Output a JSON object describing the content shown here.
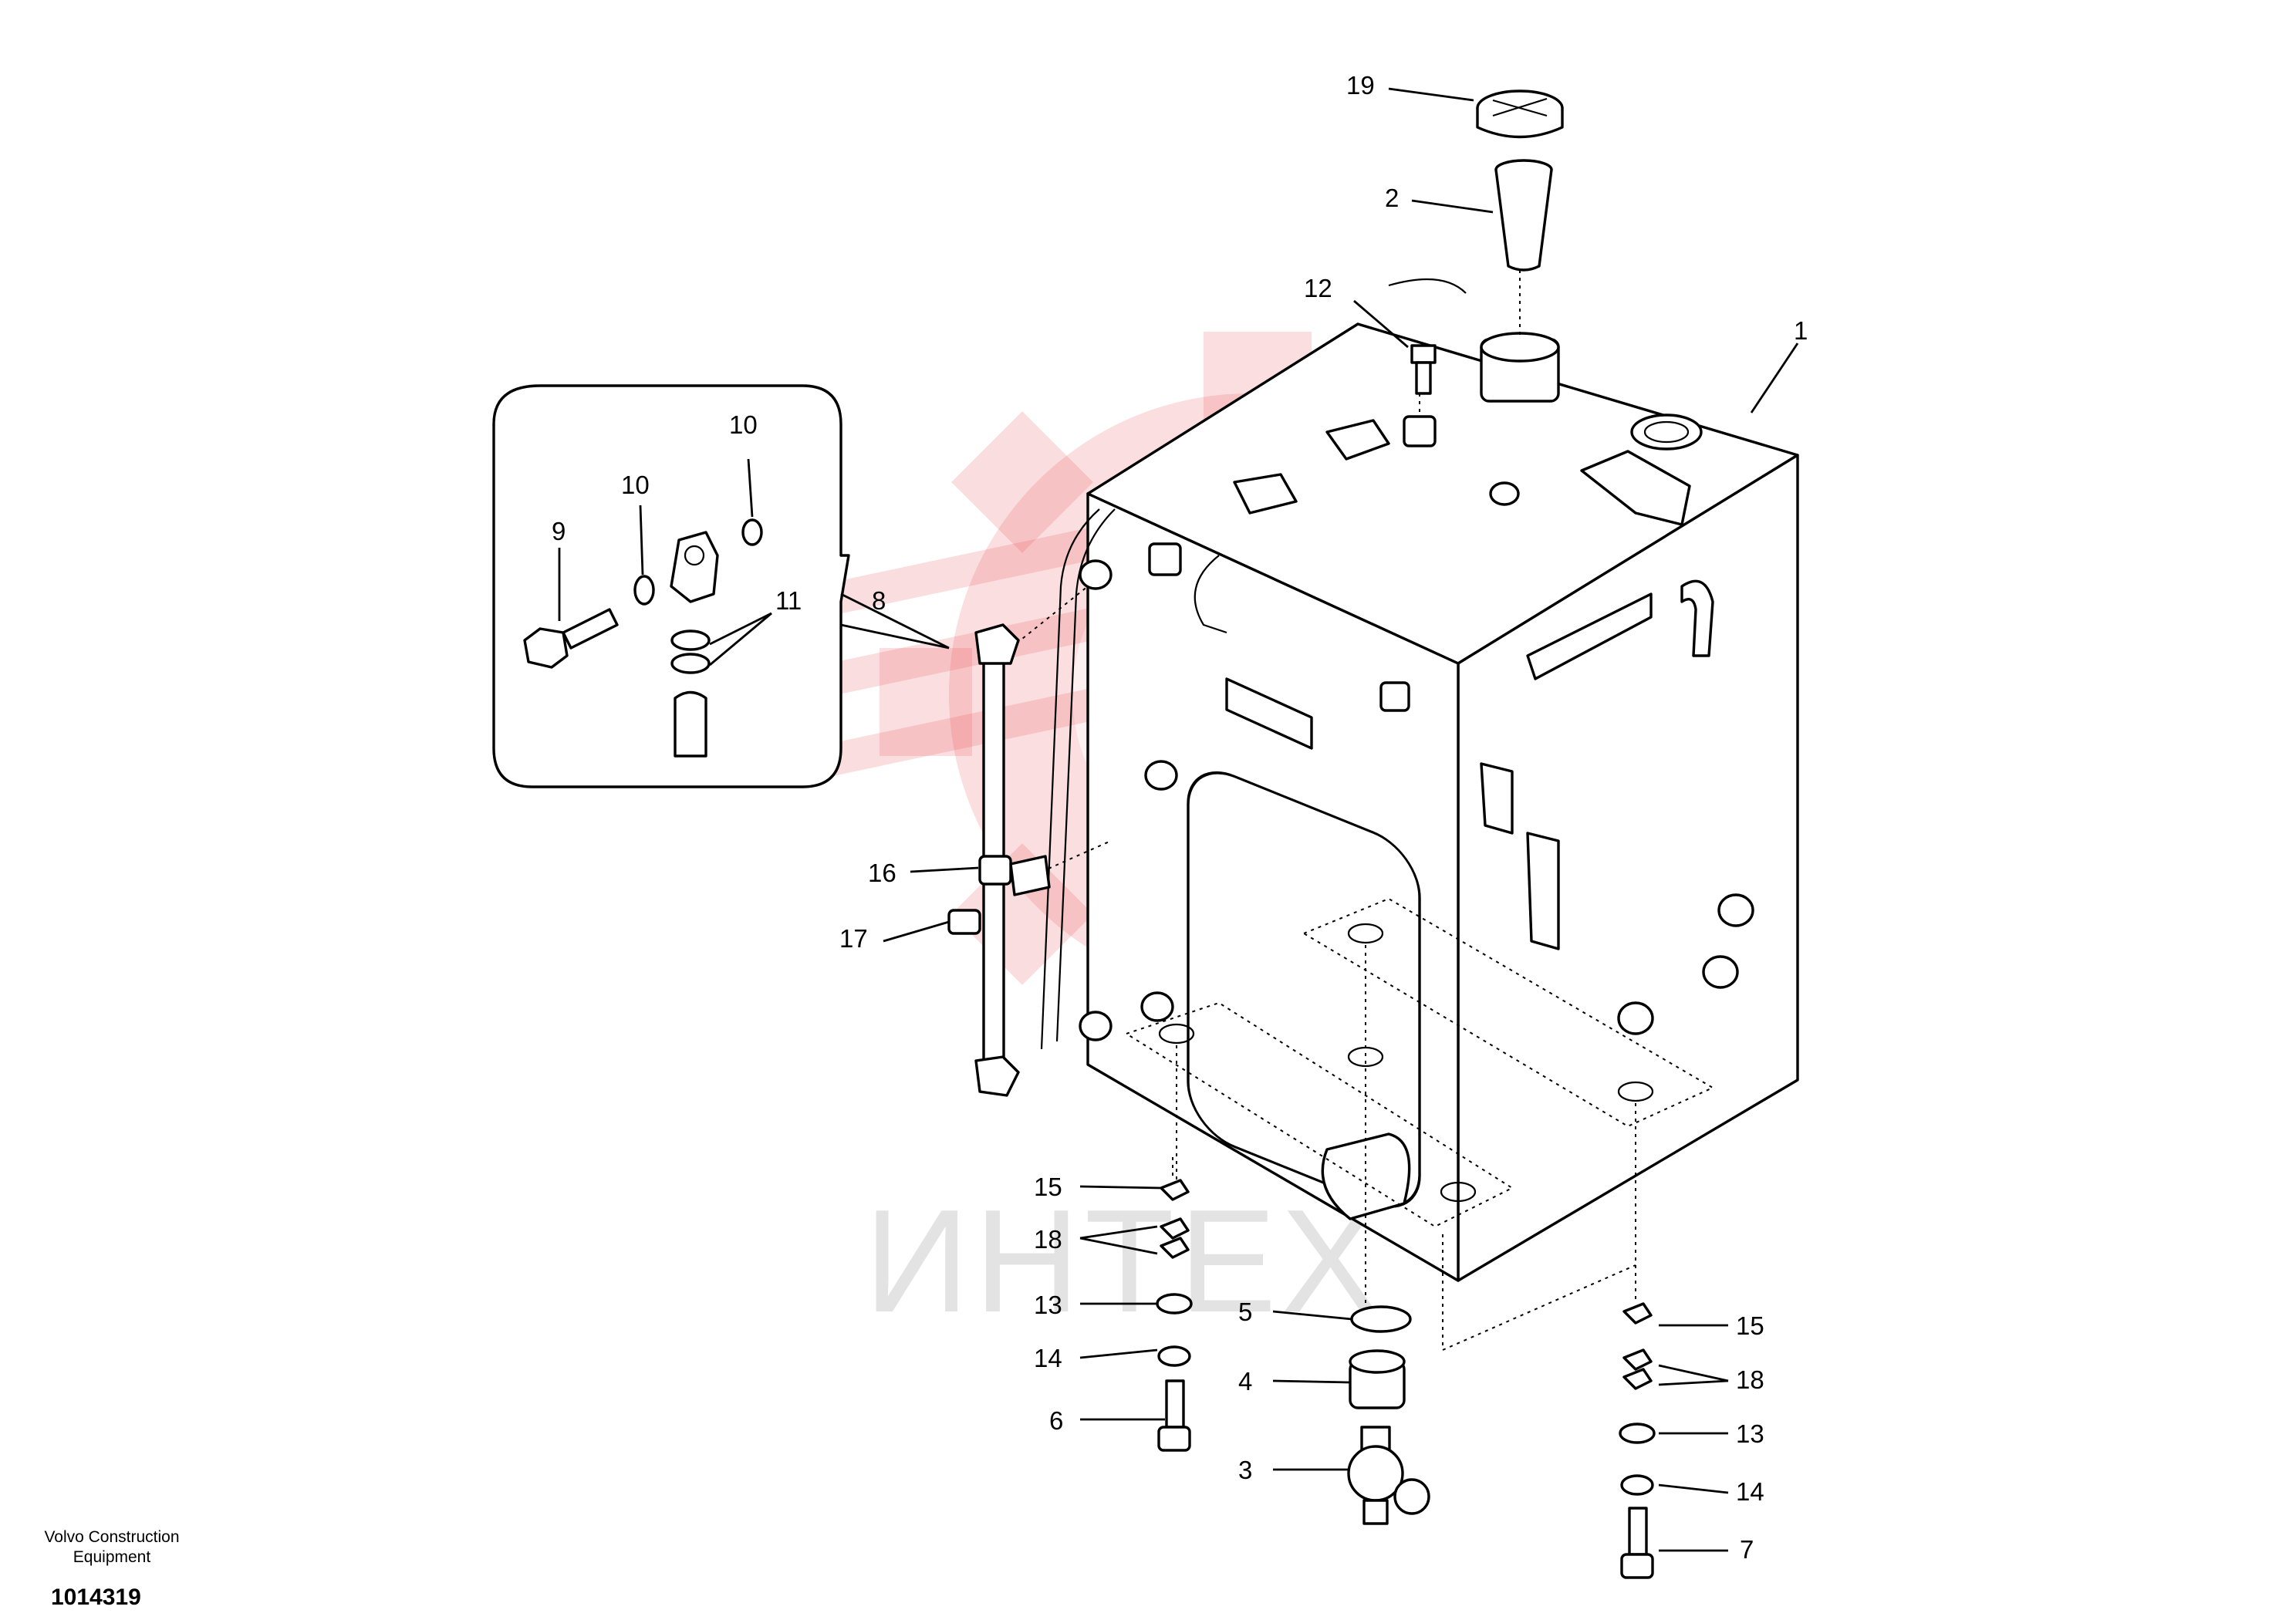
{
  "watermark": {
    "text": "ИНТЕХ",
    "color": "#e8484f"
  },
  "callouts": [
    {
      "id": "19",
      "label": "19"
    },
    {
      "id": "2",
      "label": "2"
    },
    {
      "id": "12",
      "label": "12"
    },
    {
      "id": "1",
      "label": "1"
    },
    {
      "id": "10a",
      "label": "10"
    },
    {
      "id": "10b",
      "label": "10"
    },
    {
      "id": "9",
      "label": "9"
    },
    {
      "id": "11",
      "label": "11"
    },
    {
      "id": "8",
      "label": "8"
    },
    {
      "id": "16",
      "label": "16"
    },
    {
      "id": "17",
      "label": "17"
    },
    {
      "id": "15a",
      "label": "15"
    },
    {
      "id": "18a",
      "label": "18"
    },
    {
      "id": "13a",
      "label": "13"
    },
    {
      "id": "14a",
      "label": "14"
    },
    {
      "id": "6",
      "label": "6"
    },
    {
      "id": "5",
      "label": "5"
    },
    {
      "id": "4",
      "label": "4"
    },
    {
      "id": "3",
      "label": "3"
    },
    {
      "id": "15b",
      "label": "15"
    },
    {
      "id": "18b",
      "label": "18"
    },
    {
      "id": "13b",
      "label": "13"
    },
    {
      "id": "14b",
      "label": "14"
    },
    {
      "id": "7",
      "label": "7"
    }
  ],
  "footer": {
    "company_line1": "Volvo Construction",
    "company_line2": "Equipment",
    "document_number": "1014319"
  }
}
